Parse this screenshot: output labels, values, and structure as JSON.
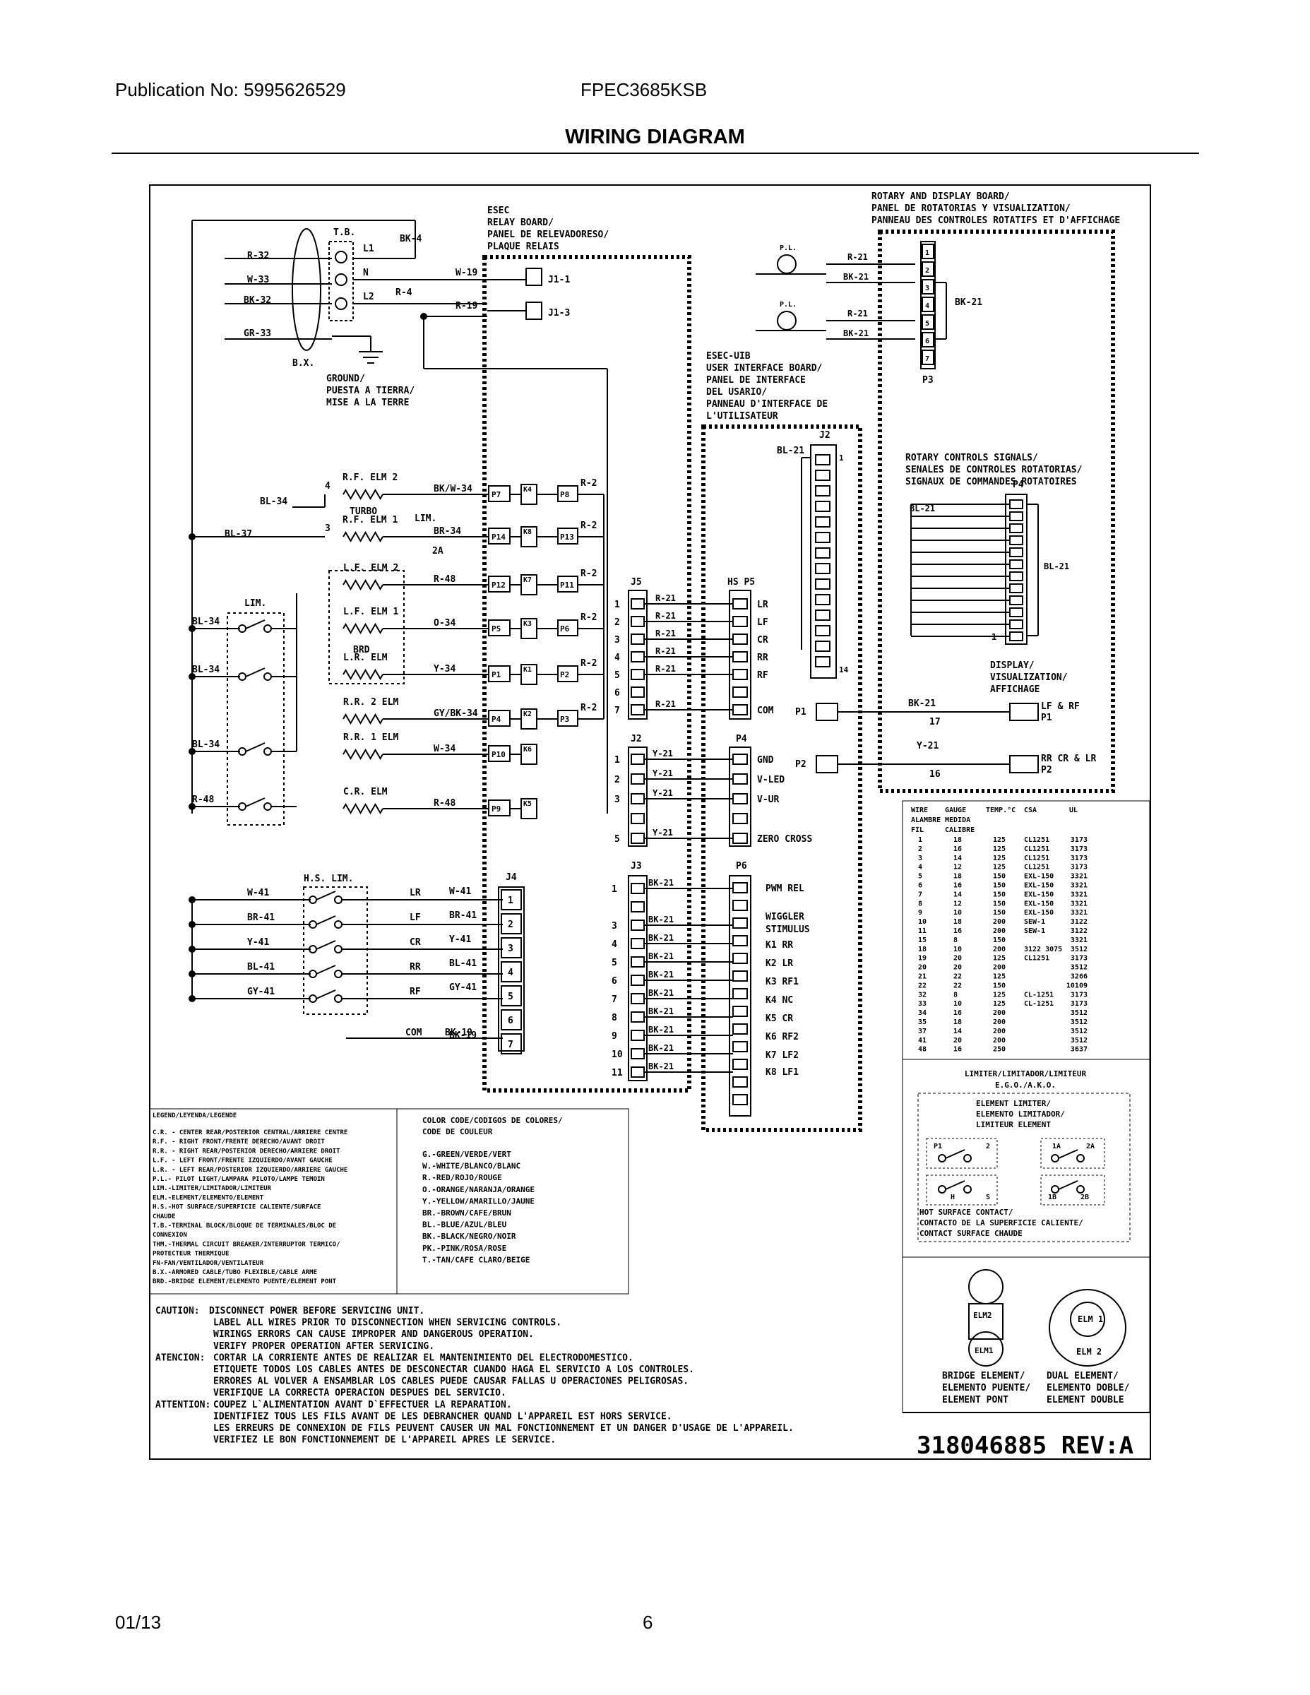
{
  "header": {
    "publication": "Publication No: 5995626529",
    "model": "FPEC3685KSB",
    "title": "WIRING DIAGRAM"
  },
  "footer": {
    "date": "01/13",
    "page": "6"
  },
  "diagram": {
    "tb_title": "T.B.",
    "tb_terms": [
      "L1",
      "N",
      "L2"
    ],
    "incoming_wires": [
      "R-32",
      "W-33",
      "BK-32",
      "GR-33"
    ],
    "bx": "B.X.",
    "bk4": "BK-4",
    "r4": "R-4",
    "ground": [
      "GROUND/",
      "PUESTA A TIERRA/",
      "MISE A LA TERRE"
    ],
    "relay_board": [
      "ESEC",
      "RELAY BOARD/",
      "PANEL DE RELEVADORESO/",
      "PLAQUE RELAIS"
    ],
    "relay_inputs": [
      {
        "wire": "W-19",
        "pin": "J1-1"
      },
      {
        "wire": "R-19",
        "pin": "J1-3"
      }
    ],
    "rotary_board": [
      "ROTARY AND DISPLAY BOARD/",
      "PANEL DE ROTATORIAS Y VISUALIZATION/",
      "PANNEAU DES CONTROLES ROTATIFS ET D'AFFICHAGE"
    ],
    "pilot_lights": [
      {
        "label": "P.L.",
        "wires": [
          "R-21",
          "BK-21"
        ]
      },
      {
        "label": "P.L.",
        "wires": [
          "R-21",
          "BK-21"
        ]
      }
    ],
    "p3_pins": [
      "1",
      "2",
      "3",
      "4",
      "5",
      "6",
      "7"
    ],
    "p3_label": "P3",
    "p3_wire": "BK-21",
    "uib": [
      "ESEC-UIB",
      "USER INTERFACE BOARD/",
      "PANEL DE INTERFACE",
      "DEL USARIO/",
      "PANNEAU D'INTERFACE DE",
      "L'UTILISATEUR"
    ],
    "j2_top": {
      "label": "J2",
      "wire": "BL-21",
      "first": "1",
      "last": "14"
    },
    "rotary_signals": [
      "ROTARY CONTROLS SIGNALS/",
      "SENALES DE CONTROLES ROTATORIAS/",
      "SIGNAUX DE COMMANDES ROTATOIRES"
    ],
    "p4_top": {
      "label": "P4",
      "wire_left": "BL-21",
      "wire_right": "BL-21",
      "first": "1"
    },
    "display": [
      "DISPLAY/",
      "VISUALIZATION/",
      "AFFICHAGE"
    ],
    "lf_rf": {
      "wire": "BK-21",
      "num": "17",
      "label": "LF & RF",
      "pin": "P1"
    },
    "rr_cr_lr": {
      "wire": "Y-21",
      "num": "16",
      "label": "RR CR & LR",
      "pin": "P2"
    },
    "uib_p1": "P1",
    "uib_p2": "P2",
    "elements": [
      {
        "name": "R.F. ELM 2",
        "num": "4",
        "wire": "BK/W-34",
        "pin": "P7",
        "relay": "K4",
        "out": "P8",
        "outwire": "R-2"
      },
      {
        "name": "R.F. ELM 1",
        "num": "3",
        "wire": "BR-34",
        "pin": "P14",
        "relay": "K8",
        "out": "P13",
        "outwire": "R-2"
      },
      {
        "name": "L.F. ELM 2",
        "num": "",
        "wire": "R-48",
        "pin": "P12",
        "relay": "K7",
        "out": "P11",
        "outwire": "R-2"
      },
      {
        "name": "L.F. ELM 1",
        "num": "",
        "wire": "O-34",
        "pin": "P5",
        "relay": "K3",
        "out": "P6",
        "outwire": "R-2"
      },
      {
        "name": "L.R. ELM",
        "num": "",
        "wire": "Y-34",
        "pin": "P1",
        "relay": "K1",
        "out": "P2",
        "outwire": "R-2"
      },
      {
        "name": "R.R. 2 ELM",
        "num": "",
        "wire": "GY/BK-34",
        "pin": "P4",
        "relay": "K2",
        "out": "P3",
        "outwire": "R-2"
      },
      {
        "name": "R.R. 1 ELM",
        "num": "",
        "wire": "W-34",
        "pin": "P10",
        "relay": "K6",
        "out": "",
        "outwire": ""
      },
      {
        "name": "C.R. ELM",
        "num": "",
        "wire": "R-48",
        "pin": "P9",
        "relay": "K5",
        "out": "",
        "outwire": ""
      }
    ],
    "turbo": "TURBO",
    "brd": "BRD",
    "lim": "LIM.",
    "lim_2a": "2A",
    "bl34": "BL-34",
    "bl37": "BL-37",
    "lim_wires": [
      "BL-34",
      "BL-34",
      "BL-34",
      "R-48"
    ],
    "j5": {
      "label": "J5",
      "pins": [
        "1",
        "2",
        "3",
        "4",
        "5",
        "6",
        "7"
      ],
      "wires": [
        "R-21",
        "R-21",
        "R-21",
        "R-21",
        "R-21",
        "",
        "R-21"
      ]
    },
    "p5": {
      "label": "HS P5",
      "names": [
        "LR",
        "LF",
        "CR",
        "RR",
        "RF",
        "",
        "COM"
      ]
    },
    "j2": {
      "label": "J2",
      "pins": [
        "1",
        "2",
        "3",
        "",
        "5"
      ],
      "wires": [
        "Y-21",
        "Y-21",
        "Y-21",
        "",
        "Y-21"
      ]
    },
    "p4": {
      "label": "P4",
      "names": [
        "GND",
        "V-LED",
        "V-UR",
        "",
        "ZERO CROSS"
      ]
    },
    "j3": {
      "label": "J3",
      "pins": [
        "1",
        "",
        "3",
        "4",
        "5",
        "6",
        "7",
        "8",
        "9",
        "10",
        "11"
      ],
      "wires": [
        "BK-21",
        "",
        "BK-21",
        "BK-21",
        "BK-21",
        "BK-21",
        "BK-21",
        "BK-21",
        "BK-21",
        "BK-21",
        "BK-21"
      ]
    },
    "p6": {
      "label": "P6",
      "names": [
        "PWM REL",
        "",
        "WIGGLER",
        "STIMULUS",
        "K1 RR",
        "K2 LR",
        "K3 RF1",
        "K4 NC",
        "K5 CR",
        "K6 RF2",
        "K7 LF2",
        "K8 LF1"
      ]
    },
    "hs_lim": "H.S. LIM.",
    "hs_wires": [
      "W-41",
      "BR-41",
      "Y-41",
      "BL-41",
      "GY-41"
    ],
    "hs_names": [
      "LR",
      "LF",
      "CR",
      "RR",
      "RF"
    ],
    "com": "COM",
    "bk19": "BK-19",
    "j4": {
      "label": "J4",
      "pins": [
        "1",
        "2",
        "3",
        "4",
        "5",
        "6",
        "7"
      ],
      "wires": [
        "W-41",
        "BR-41",
        "Y-41",
        "BL-41",
        "GY-41",
        "",
        "BK-19"
      ]
    },
    "wire_table": {
      "headers": [
        "WIRE",
        "GAUGE",
        "TEMP.°C",
        "CSA",
        "UL"
      ],
      "headers2": [
        "ALAMBRE",
        "MEDIDA"
      ],
      "headers3": [
        "FIL",
        "CALIBRE"
      ],
      "rows": [
        [
          "1",
          "18",
          "125",
          "CL1251",
          "3173"
        ],
        [
          "2",
          "16",
          "125",
          "CL1251",
          "3173"
        ],
        [
          "3",
          "14",
          "125",
          "CL1251",
          "3173"
        ],
        [
          "4",
          "12",
          "125",
          "CL1251",
          "3173"
        ],
        [
          "5",
          "18",
          "150",
          "EXL-150",
          "3321"
        ],
        [
          "6",
          "16",
          "150",
          "EXL-150",
          "3321"
        ],
        [
          "7",
          "14",
          "150",
          "EXL-150",
          "3321"
        ],
        [
          "8",
          "12",
          "150",
          "EXL-150",
          "3321"
        ],
        [
          "9",
          "10",
          "150",
          "EXL-150",
          "3321"
        ],
        [
          "10",
          "18",
          "200",
          "SEW-1",
          "3122"
        ],
        [
          "11",
          "16",
          "200",
          "SEW-1",
          "3122"
        ],
        [
          "15",
          "8",
          "150",
          "",
          "3321"
        ],
        [
          "18",
          "10",
          "200",
          "3122 3075",
          "3512"
        ],
        [
          "19",
          "20",
          "125",
          "CL1251",
          "3173"
        ],
        [
          "20",
          "20",
          "200",
          "",
          "3512"
        ],
        [
          "21",
          "22",
          "125",
          "",
          "3266"
        ],
        [
          "22",
          "22",
          "150",
          "",
          "10109"
        ],
        [
          "32",
          "8",
          "125",
          "CL-1251",
          "3173"
        ],
        [
          "33",
          "10",
          "125",
          "CL-1251",
          "3173"
        ],
        [
          "34",
          "16",
          "200",
          "",
          "3512"
        ],
        [
          "35",
          "18",
          "200",
          "",
          "3512"
        ],
        [
          "37",
          "14",
          "200",
          "",
          "3512"
        ],
        [
          "41",
          "20",
          "200",
          "",
          "3512"
        ],
        [
          "48",
          "16",
          "250",
          "",
          "3637"
        ]
      ]
    },
    "limiter": {
      "title": [
        "LIMITER/LIMITADOR/LIMITEUR",
        "E.G.O./A.K.O."
      ],
      "sub": [
        "ELEMENT LIMITER/",
        "ELEMENTO LIMITADOR/",
        "LIMITEUR ELEMENT"
      ],
      "pins_a": [
        "P1",
        "2"
      ],
      "pins_b": [
        "1A",
        "2A"
      ],
      "pins_c": [
        "H",
        "S"
      ],
      "pins_d": [
        "1B",
        "2B"
      ],
      "contact": [
        "HOT SURFACE CONTACT/",
        "CONTACTO DE LA SUPERFICIE CALIENTE/",
        "CONTACT SURFACE CHAUDE"
      ]
    },
    "bridge": {
      "labels": [
        "ELM2",
        "ELM1"
      ],
      "caption": [
        "BRIDGE ELEMENT/",
        "ELEMENTO PUENTE/",
        "ELEMENT PONT"
      ]
    },
    "dual": {
      "labels": [
        "ELM 1",
        "ELM 2"
      ],
      "caption": [
        "DUAL ELEMENT/",
        "ELEMENTO DOBLE/",
        "ELEMENT DOUBLE"
      ]
    },
    "legend": {
      "title": "LEGEND/LEYENDA/LEGENDE",
      "lines": [
        "C.R.  - CENTER REAR/POSTERIOR CENTRAL/ARRIERE CENTRE",
        "R.F.  - RIGHT FRONT/FRENTE DERECHO/AVANT DROIT",
        "R.R.  - RIGHT REAR/POSTERIOR DERECHO/ARRIERE DROIT",
        "L.F.  - LEFT FRONT/FRENTE IZQUIERDO/AVANT GAUCHE",
        "L.R.  - LEFT REAR/POSTERIOR IZQUIERDO/ARRIERE GAUCHE",
        "P.L.- PILOT LIGHT/LAMPARA PILOTO/LAMPE TEMOIN",
        "LIM.-LIMITER/LIMITADOR/LIMITEUR",
        "ELM.-ELEMENT/ELEMENTO/ELEMENT",
        "H.S.-HOT SURFACE/SUPERFICIE CALIENTE/SURFACE",
        "        CHAUDE",
        "T.B.-TERMINAL BLOCK/BLOQUE DE TERMINALES/BLOC DE",
        "        CONNEXION",
        "THM.-THERMAL CIRCUIT BREAKER/INTERRUPTOR TERMICO/",
        "        PROTECTEUR THERMIQUE",
        "FN-FAN/VENTILADOR/VENTILATEUR",
        "B.X.-ARMORED CABLE/TUBO FLEXIBLE/CABLE ARME",
        "BRD.-BRIDGE ELEMENT/ELEMENTO PUENTE/ELEMENT PONT"
      ]
    },
    "color_code": {
      "title": [
        "COLOR CODE/CODIGOS DE COLORES/",
        "CODE DE COULEUR"
      ],
      "lines": [
        "G.-GREEN/VERDE/VERT",
        "W.-WHITE/BLANCO/BLANC",
        "R.-RED/ROJO/ROUGE",
        "O.-ORANGE/NARANJA/ORANGE",
        "Y.-YELLOW/AMARILLO/JAUNE",
        "BR.-BROWN/CAFE/BRUN",
        "BL.-BLUE/AZUL/BLEU",
        "BK.-BLACK/NEGRO/NOIR",
        "PK.-PINK/ROSA/ROSE",
        "T.-TAN/CAFE CLARO/BEIGE"
      ]
    },
    "caution": {
      "lines": [
        {
          "head": "CAUTION:",
          "text": "DISCONNECT POWER BEFORE SERVICING UNIT."
        },
        {
          "head": "",
          "text": "LABEL ALL WIRES PRIOR TO DISCONNECTION WHEN SERVICING CONTROLS."
        },
        {
          "head": "",
          "text": "WIRINGS ERRORS CAN CAUSE IMPROPER AND DANGEROUS OPERATION."
        },
        {
          "head": "",
          "text": "VERIFY PROPER OPERATION AFTER SERVICING."
        },
        {
          "head": "ATENCION:",
          "text": "CORTAR LA CORRIENTE ANTES DE REALIZAR EL MANTENIMIENTO DEL ELECTRODOMESTICO."
        },
        {
          "head": "",
          "text": "ETIQUETE TODOS LOS CABLES ANTES DE DESCONECTAR CUANDO HAGA EL SERVICIO A LOS CONTROLES."
        },
        {
          "head": "",
          "text": "ERRORES AL VOLVER A ENSAMBLAR LOS CABLES PUEDE CAUSAR FALLAS U OPERACIONES PELIGROSAS."
        },
        {
          "head": "",
          "text": "VERIFIQUE LA CORRECTA OPERACION DESPUES DEL SERVICIO."
        },
        {
          "head": "ATTENTION:",
          "text": "COUPEZ L`ALIMENTATION AVANT D`EFFECTUER LA REPARATION."
        },
        {
          "head": "",
          "text": "IDENTIFIEZ TOUS LES FILS AVANT DE LES DEBRANCHER QUAND L'APPAREIL EST HORS SERVICE."
        },
        {
          "head": "",
          "text": "LES ERREURS DE CONNEXION DE FILS PEUVENT CAUSER UN MAL FONCTIONNEMENT ET UN DANGER D'USAGE DE L'APPAREIL."
        },
        {
          "head": "",
          "text": "VERIFIEZ LE BON FONCTIONNEMENT DE L'APPAREIL APRES LE SERVICE."
        }
      ]
    },
    "part_number": "318046885 REV:A"
  }
}
